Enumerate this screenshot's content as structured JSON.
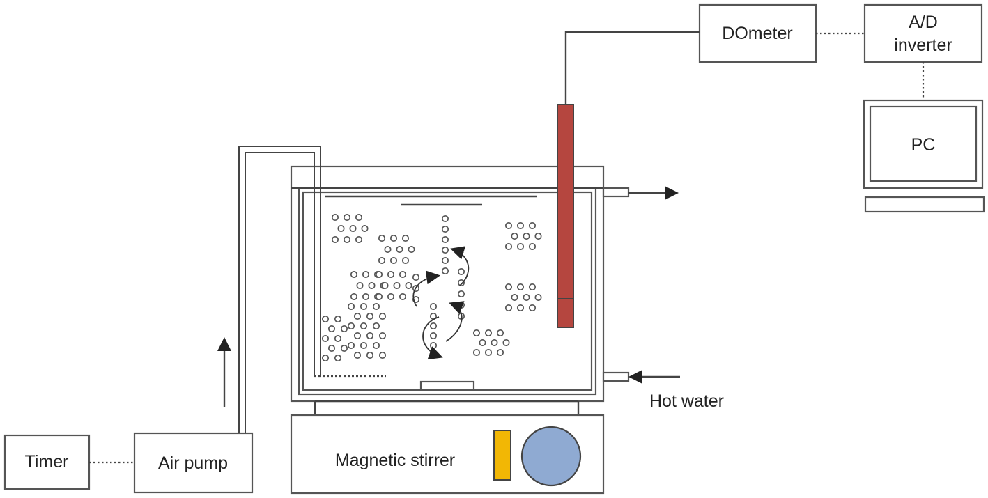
{
  "labels": {
    "dometer": "DOmeter",
    "ad_inverter_line1": "A/D",
    "ad_inverter_line2": "inverter",
    "pc": "PC",
    "hot_water": "Hot water",
    "magnetic_stirrer": "Magnetic stirrer",
    "timer": "Timer",
    "air_pump": "Air pump"
  },
  "colors": {
    "do_probe": "#B5463F",
    "stirrer_switch": "#F2B705",
    "stirrer_knob": "#8FAAD2",
    "outline": "#555555"
  },
  "icons": [
    "arrow-icon",
    "bubble-icon"
  ]
}
